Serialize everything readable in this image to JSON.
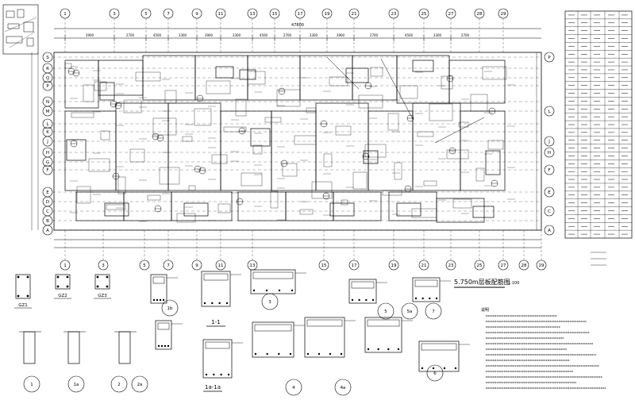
{
  "drawing": {
    "title": "5.750m层板配筋图",
    "scale": "1:100",
    "overall_dimension": "47800",
    "notes_heading": "说明"
  },
  "column_axes_top": [
    "1",
    "3",
    "5",
    "7",
    "9",
    "11",
    "13",
    "15",
    "17",
    "19",
    "21",
    "23",
    "25",
    "27",
    "28",
    "29"
  ],
  "column_axes_bottom": [
    "1",
    "3",
    "5",
    "7",
    "9",
    "11",
    "13",
    "15",
    "17",
    "19",
    "21",
    "23",
    "25",
    "27",
    "28",
    "29"
  ],
  "row_axes_left": [
    "S",
    "R",
    "Q",
    "P",
    "N",
    "M",
    "L",
    "K",
    "J",
    "H",
    "G",
    "F",
    "E",
    "D",
    "C",
    "B",
    "A"
  ],
  "row_axes_right": [
    "P",
    "L",
    "J",
    "H",
    "F",
    "E",
    "C",
    "A"
  ],
  "top_dimensions": [
    "3900",
    "2700",
    "4500",
    "3300",
    "3900",
    "3300",
    "4500",
    "2700",
    "3300",
    "3900",
    "2700",
    "4500",
    "3300",
    "2700"
  ],
  "section_tags": [
    "GZ1",
    "GZ2",
    "GZ3",
    "1-1",
    "1a-1a",
    "1b",
    "3",
    "4",
    "4a",
    "5",
    "5a",
    "6",
    "7",
    "1",
    "1a",
    "2",
    "2a"
  ],
  "detail_callouts": [
    "1b",
    "3",
    "4",
    "4a",
    "5",
    "5a",
    "6",
    "7",
    "1",
    "1a",
    "2",
    "2a"
  ],
  "column_sections": [
    "GZ1",
    "GZ2",
    "GZ3"
  ],
  "section_cuts": [
    "1-1",
    "1a-1a"
  ],
  "legend": {
    "rows": [
      [
        "",
        "",
        "",
        ""
      ],
      [
        "",
        "",
        "",
        ""
      ],
      [
        "",
        "",
        "",
        ""
      ],
      [
        "",
        "",
        "",
        ""
      ],
      [
        "",
        "",
        "",
        ""
      ],
      [
        "",
        "",
        "",
        ""
      ],
      [
        "",
        "",
        "",
        ""
      ],
      [
        "",
        "",
        "",
        ""
      ],
      [
        "",
        "",
        "",
        ""
      ],
      [
        "",
        "",
        "",
        ""
      ],
      [
        "",
        "",
        "",
        ""
      ],
      [
        "",
        "",
        "",
        ""
      ],
      [
        "",
        "",
        "",
        ""
      ],
      [
        "",
        "",
        "",
        ""
      ],
      [
        "",
        "",
        "",
        ""
      ],
      [
        "",
        "",
        "",
        ""
      ],
      [
        "",
        "",
        "",
        ""
      ],
      [
        "",
        "",
        "",
        ""
      ],
      [
        "",
        "",
        "",
        ""
      ],
      [
        "",
        "",
        "",
        ""
      ],
      [
        "",
        "",
        "",
        ""
      ],
      [
        "",
        "",
        "",
        ""
      ],
      [
        "",
        "",
        "",
        ""
      ],
      [
        "",
        "",
        "",
        ""
      ],
      [
        "",
        "",
        "",
        ""
      ],
      [
        "",
        "",
        "",
        ""
      ],
      [
        "",
        "",
        "",
        ""
      ],
      [
        "",
        "",
        "",
        ""
      ],
      [
        "",
        "",
        "",
        ""
      ]
    ]
  }
}
